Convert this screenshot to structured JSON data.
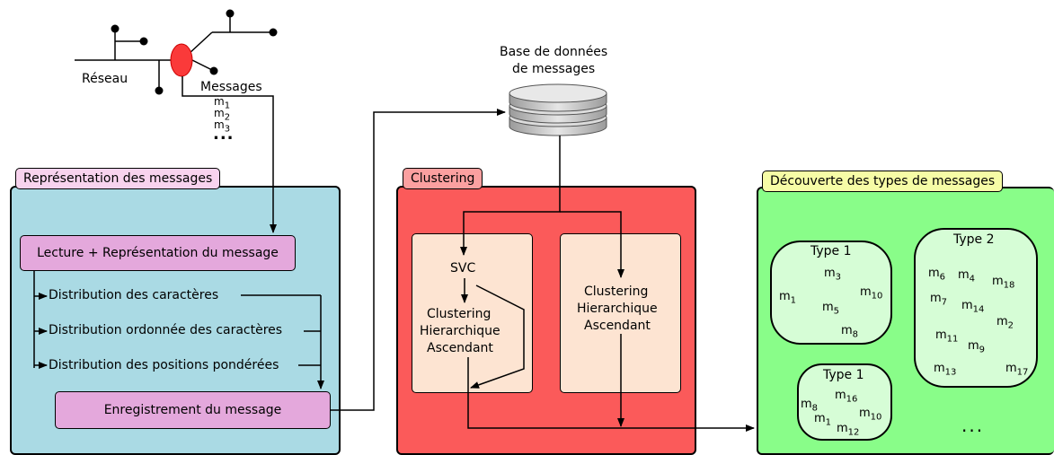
{
  "network": {
    "label_reseau": "Réseau",
    "label_messages": "Messages",
    "msg_list": [
      {
        "m": "m",
        "sub": "1"
      },
      {
        "m": "m",
        "sub": "2"
      },
      {
        "m": "m",
        "sub": "3"
      }
    ],
    "ellipsis": "..."
  },
  "database": {
    "label_line1": "Base de données",
    "label_line2": "de messages"
  },
  "representation": {
    "title": "Représentation des messages",
    "read_box": "Lecture + Représentation du  message",
    "features": [
      "Distribution des caractères",
      "Distribution ordonnée des caractères",
      "Distribution des positions pondérées"
    ],
    "record_box": "Enregistrement du message"
  },
  "clustering": {
    "title": "Clustering",
    "left_svc": "SVC",
    "left_line1": "Clustering",
    "left_line2": "Hierarchique",
    "left_line3": "Ascendant",
    "right_line1": "Clustering",
    "right_line2": "Hierarchique",
    "right_line3": "Ascendant"
  },
  "discovery": {
    "title": "Découverte des types de messages",
    "clusters": [
      {
        "title": "Type 1",
        "subs": [
          "3",
          "1",
          "10",
          "5",
          "8"
        ]
      },
      {
        "title": "Type 2",
        "subs": [
          "6",
          "4",
          "18",
          "7",
          "14",
          "2",
          "11",
          "9",
          "13",
          "17"
        ]
      },
      {
        "title": "Type 1",
        "subs": [
          "16",
          "8",
          "10",
          "1",
          "12"
        ]
      }
    ],
    "ellipsis": "..."
  },
  "colors": {
    "blue_panel": "#aadae4",
    "pink_tag": "#f8d3ee",
    "pink_box": "#e4a8dc",
    "red_panel": "#fb5a5a",
    "red_tag": "#fba0a0",
    "peach_box": "#fde4d2",
    "green_panel": "#89fd89",
    "green_cluster": "#d6fdd6",
    "yellow_tag": "#f6fca6",
    "red_node": "#fa3a3a"
  }
}
